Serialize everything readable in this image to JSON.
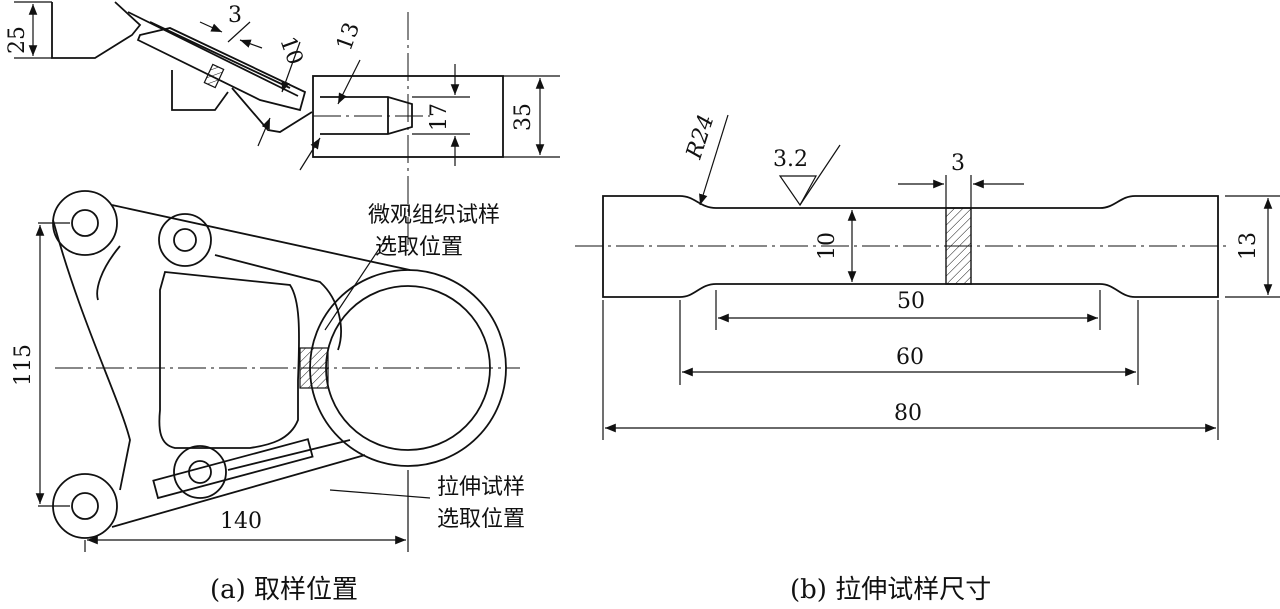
{
  "part_a": {
    "caption": "(a) 取样位置",
    "dims": {
      "d25": "25",
      "d3": "3",
      "d10": "10",
      "d13": "13",
      "d17": "17",
      "d35": "35",
      "d115": "115",
      "d140": "140"
    },
    "labels": {
      "micro_line1": "微观组织试样",
      "micro_line2": "选取位置",
      "tensile_line1": "拉伸试样",
      "tensile_line2": "选取位置"
    }
  },
  "part_b": {
    "caption": "(b) 拉伸试样尺寸",
    "dims": {
      "radius": "R24",
      "roughness": "3.2",
      "d3": "3",
      "d10": "10",
      "d13": "13",
      "d50": "50",
      "d60": "60",
      "d80": "80"
    }
  }
}
